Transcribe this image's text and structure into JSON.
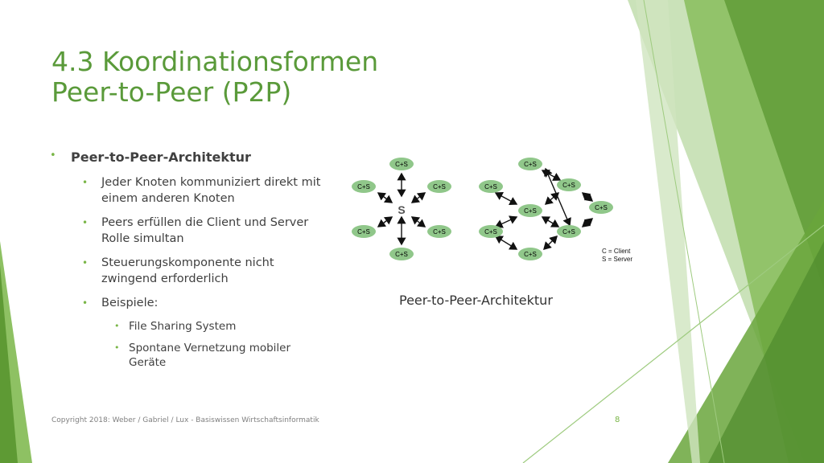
{
  "slide": {
    "title_line1": "4.3 Koordinationsformen",
    "title_line2": "Peer-to-Peer (P2P)",
    "bullet_main": "Peer-to-Peer-Architektur",
    "sub_bullets": [
      "Jeder Knoten kommuniziert direkt mit einem anderen Knoten",
      "Peers erfüllen die Client und Server Rolle simultan",
      "Steuerungskomponente nicht zwingend erforderlich",
      "Beispiele:"
    ],
    "examples": [
      "File Sharing System",
      "Spontane Vernetzung mobiler Geräte"
    ],
    "caption": "Peer-to-Peer-Architektur",
    "footer": "Copyright 2018: Weber / Gabriel / Lux - Basiswissen Wirtschaftsinformatik",
    "page_number": "8"
  },
  "diagram": {
    "node_label": "C+S",
    "center_label": "S",
    "legend_client": "C = Client",
    "legend_server": "S = Server"
  },
  "colors": {
    "title": "#5a9a3a",
    "node_fill": "#90c78a",
    "accent": "#7ab648"
  }
}
